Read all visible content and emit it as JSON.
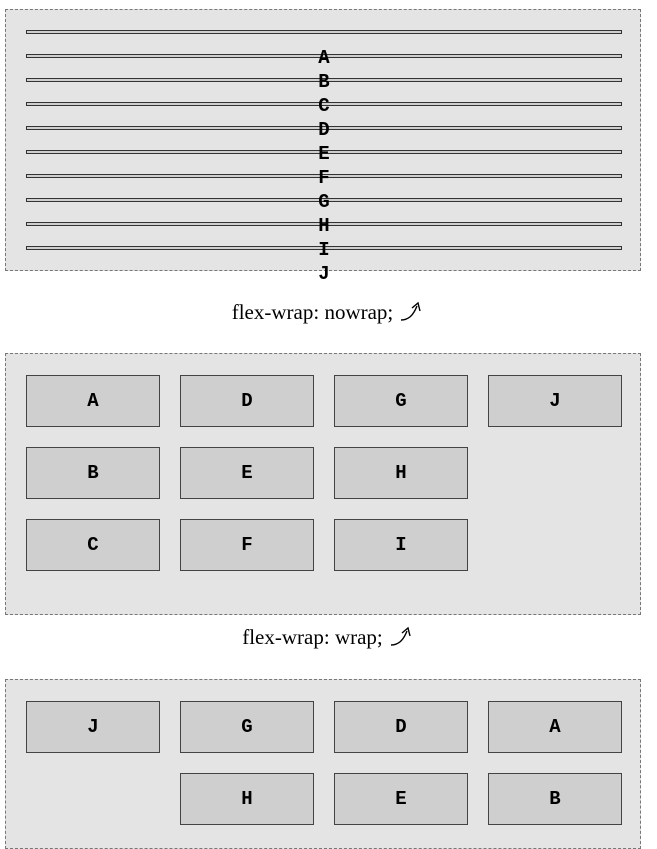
{
  "nowrap": {
    "caption": "flex-wrap: nowrap;",
    "items": [
      "A",
      "B",
      "C",
      "D",
      "E",
      "F",
      "G",
      "H",
      "I",
      "J"
    ]
  },
  "wrap": {
    "caption": "flex-wrap: wrap;",
    "items": [
      "A",
      "B",
      "C",
      "D",
      "E",
      "F",
      "G",
      "H",
      "I",
      "J"
    ]
  },
  "wrap_reverse": {
    "items_visible": [
      "J",
      "G",
      "D",
      "A",
      "H",
      "E",
      "B"
    ]
  },
  "icons": {
    "caption_arrow": "curved-arrow-icon"
  }
}
